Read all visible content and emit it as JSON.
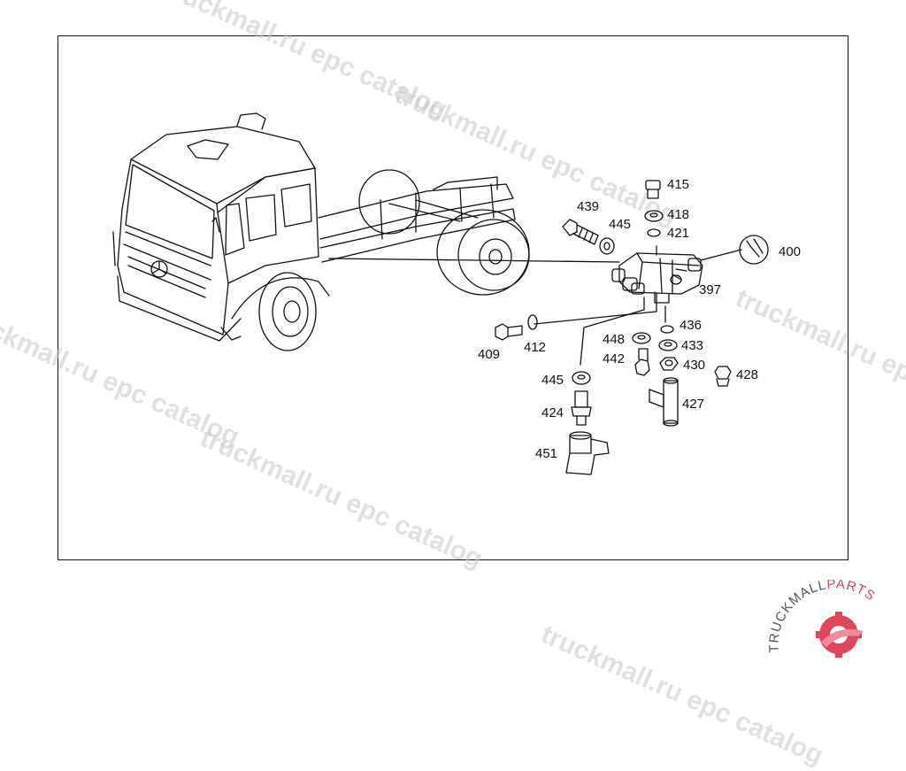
{
  "watermark": {
    "text_1": "truckmall.ru epc catalog",
    "text_2": "truckmall.ru epc catalog",
    "text_3": "truckmall.ru epc catalog",
    "text_4": "truckmall.ru epc catalog",
    "text_5": "truckmall.ru epc catalog",
    "text_6": "truckmall.ru epc catalog"
  },
  "callouts": [
    {
      "id": "415",
      "label": "415"
    },
    {
      "id": "439",
      "label": "439"
    },
    {
      "id": "418",
      "label": "418"
    },
    {
      "id": "445a",
      "label": "445"
    },
    {
      "id": "421",
      "label": "421"
    },
    {
      "id": "400",
      "label": "400"
    },
    {
      "id": "397",
      "label": "397"
    },
    {
      "id": "436",
      "label": "436"
    },
    {
      "id": "448",
      "label": "448"
    },
    {
      "id": "433",
      "label": "433"
    },
    {
      "id": "409",
      "label": "409"
    },
    {
      "id": "412",
      "label": "412"
    },
    {
      "id": "442",
      "label": "442"
    },
    {
      "id": "430",
      "label": "430"
    },
    {
      "id": "428",
      "label": "428"
    },
    {
      "id": "445b",
      "label": "445"
    },
    {
      "id": "427",
      "label": "427"
    },
    {
      "id": "424",
      "label": "424"
    },
    {
      "id": "451",
      "label": "451"
    }
  ],
  "logo": {
    "text_main": "TRUCKMALL",
    "text_accent": "PARTS",
    "accent_color": "#e0465a"
  }
}
